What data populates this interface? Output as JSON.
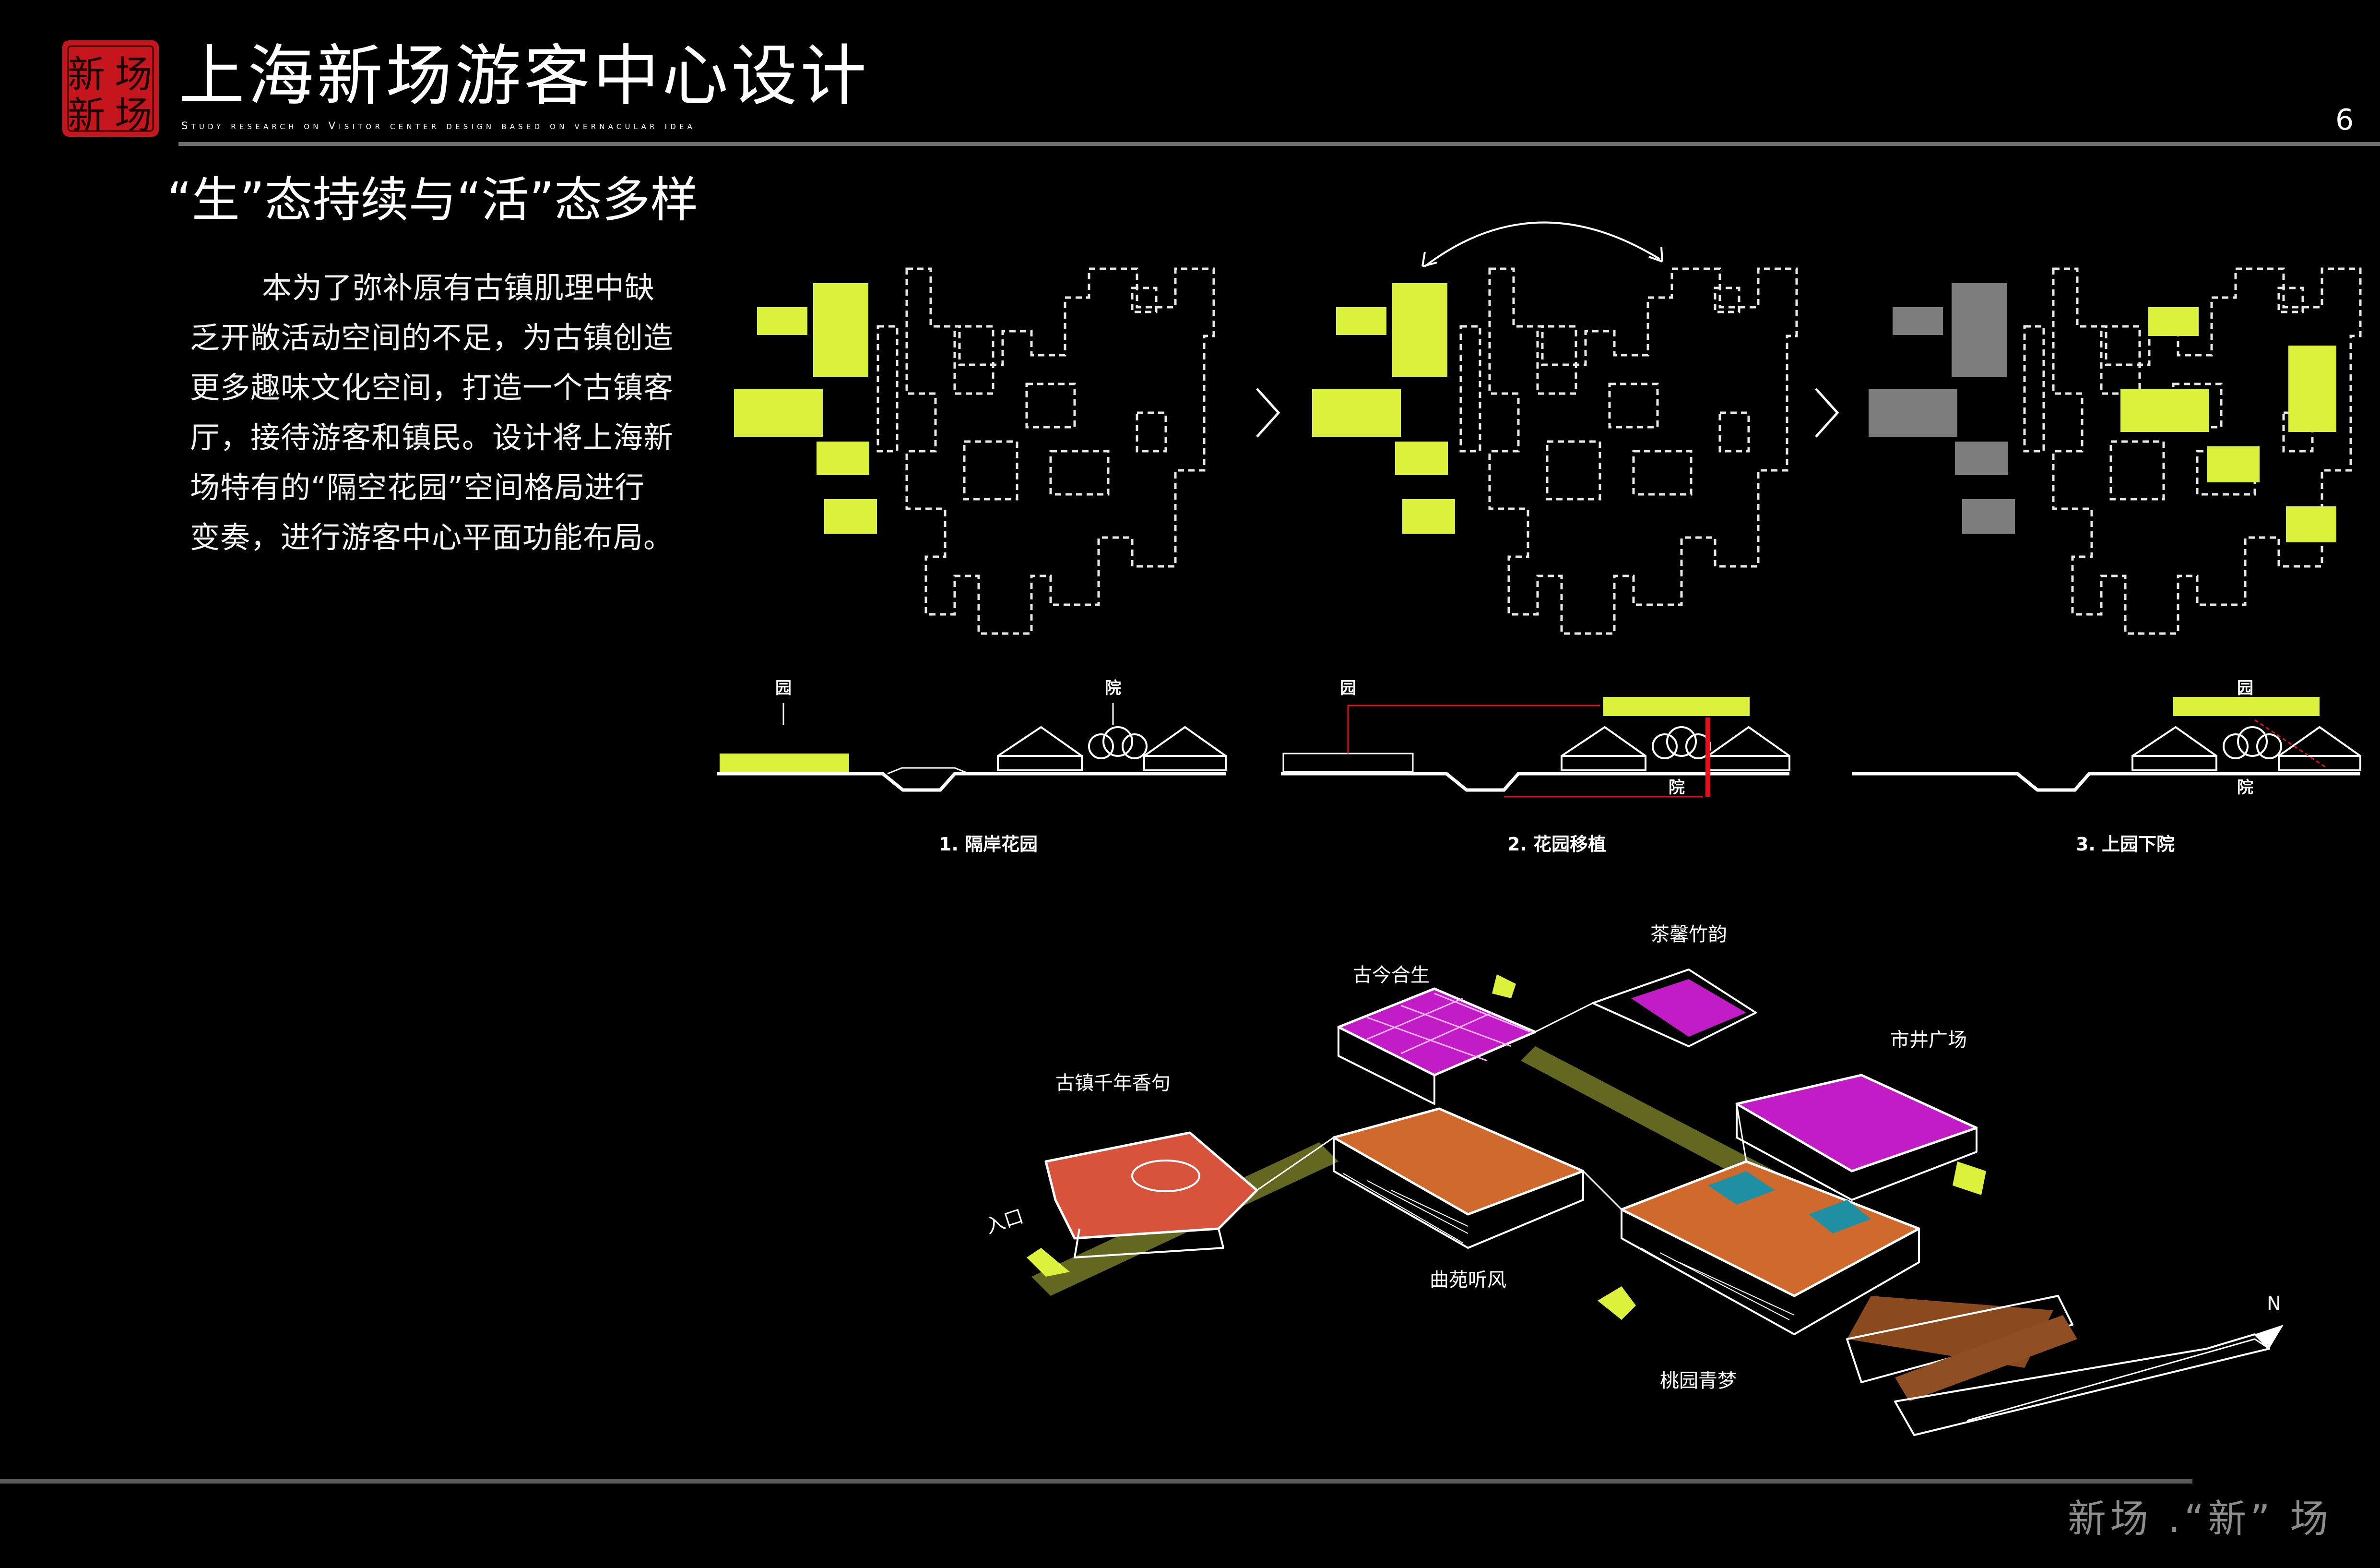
{
  "logo": {
    "characters": [
      "新",
      "场",
      "新",
      "场"
    ],
    "color": "#c4161c"
  },
  "header": {
    "title": "上海新场游客中心设计",
    "subtitle": "Study research on Visitor center design based on vernacular idea",
    "page_number": "6"
  },
  "section": {
    "heading": "“生”态持续与“活”态多样",
    "body": "本为了弥补原有古镇肌理中缺乏开敞活动空间的不足，为古镇创造更多趣味文化空间，打造一个古镇客厅，接待游客和镇民。设计将上海新场特有的“隔空花园”空间格局进行变奏，进行游客中心平面功能布局。"
  },
  "steps": [
    {
      "caption": "1. 隔岸花园",
      "label_garden": "园",
      "label_courtyard": "院"
    },
    {
      "caption": "2. 花园移植",
      "label_garden": "园",
      "label_courtyard": "院"
    },
    {
      "caption": "3. 上园下院",
      "label_garden": "园",
      "label_courtyard": "院"
    }
  ],
  "sketch": {
    "labels": {
      "entrance": "入口",
      "old_town": "古镇千年香句",
      "ancient_harmony": "古今合生",
      "tea_fragrance": "茶馨竹韵",
      "market_square": "市井广场",
      "garden_wind": "曲苑听风",
      "peach_garden": "桃园青梦",
      "north": "N"
    }
  },
  "colors": {
    "accent_yellow": "#dbf03a",
    "magenta": "#c21cc7",
    "orange": "#cf6a2c",
    "coral": "#d8533c",
    "teal": "#1f8fa3",
    "grey_block": "#7d7d7d",
    "red_marker": "#e3101c"
  },
  "footer": {
    "text": "新场 .“新” 场"
  }
}
